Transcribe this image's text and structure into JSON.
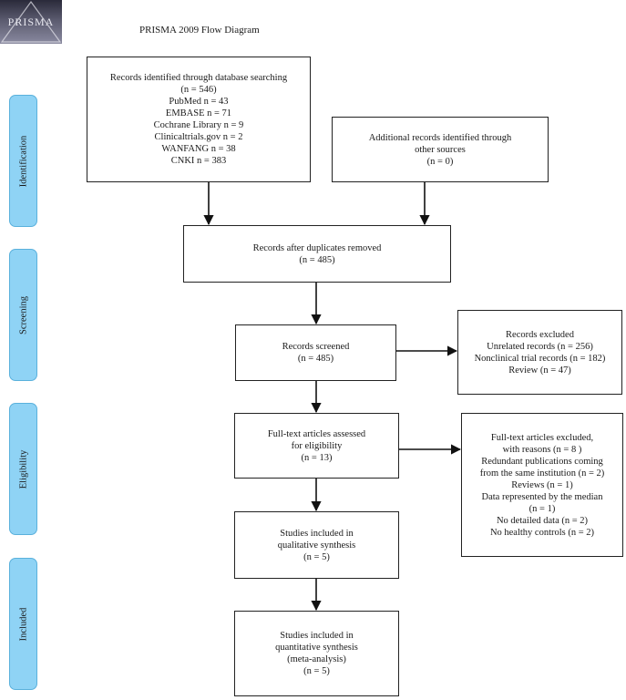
{
  "logo": {
    "text": "PRISMA"
  },
  "header": {
    "title": "PRISMA 2009 Flow Diagram"
  },
  "stages": [
    "Identification",
    "Screening",
    "Eligibility",
    "Included"
  ],
  "boxes": {
    "identified": {
      "lines": [
        "Records identified through database searching",
        "(n = 546)",
        "PubMed n = 43",
        "EMBASE n = 71",
        "Cochrane Library n = 9",
        "Clinicaltrials.gov n = 2",
        "WANFANG n = 38",
        "CNKI n = 383"
      ]
    },
    "additional": {
      "lines": [
        "Additional records identified through",
        "other sources",
        "(n = 0)"
      ]
    },
    "duplicates": {
      "lines": [
        "Records after duplicates removed",
        "(n = 485)"
      ]
    },
    "screened": {
      "lines": [
        "Records screened",
        "(n = 485)"
      ]
    },
    "excluded": {
      "lines": [
        "Records excluded",
        "Unrelated records (n = 256)",
        "Nonclinical trial records (n = 182)",
        "Review (n = 47)"
      ]
    },
    "fulltext": {
      "lines": [
        "Full-text articles assessed",
        "for eligibility",
        "(n = 13)"
      ]
    },
    "fulltext_excluded": {
      "lines": [
        "Full-text articles excluded,",
        "with reasons (n = 8 )",
        "Redundant publications coming",
        "from the same institution (n = 2)",
        "Reviews (n = 1)",
        "Data represented by the median",
        "(n = 1)",
        "No detailed data (n = 2)",
        "No healthy controls (n = 2)"
      ]
    },
    "qualitative": {
      "lines": [
        "Studies included in",
        "qualitative synthesis",
        "(n = 5)"
      ]
    },
    "quantitative": {
      "lines": [
        "Studies included in",
        "quantitative synthesis",
        "(meta-analysis)",
        "(n = 5)"
      ]
    }
  }
}
